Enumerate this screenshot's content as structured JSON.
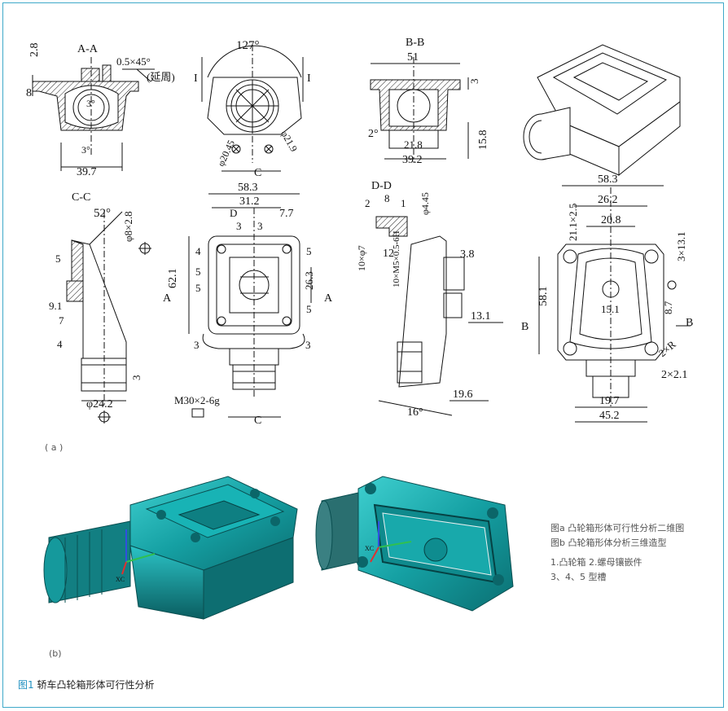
{
  "panel_labels": {
    "a": "( a )",
    "b": "(b)"
  },
  "caption": {
    "figure_no": "图1",
    "title": "轿车凸轮箱形体可行性分析"
  },
  "legend": [
    "图a 凸轮箱形体可行性分析二维图",
    "图b 凸轮箱形体分析三维造型",
    "1.凸轮箱  2.螺母镶嵌件",
    "3、4、5 型槽"
  ],
  "views": {
    "aa": {
      "title": "A-A",
      "dims": [
        "2.8",
        "0.5×45°",
        "(延周)",
        "3°",
        "3°",
        "39.7",
        "8"
      ]
    },
    "top": {
      "dims": [
        "127°",
        "I",
        "I",
        "φ20.45",
        "φ21.9",
        "C"
      ]
    },
    "bb": {
      "title": "B-B",
      "dims": [
        "51",
        "3",
        "2°",
        "21.8",
        "39.2",
        "15.8"
      ]
    },
    "cc": {
      "title": "C-C",
      "dims": [
        "52°",
        "φ8×2.8",
        "5",
        "9.1",
        "7",
        "4",
        "3",
        "φ24.2"
      ]
    },
    "front": {
      "dims": [
        "58.3",
        "31.2",
        "D",
        "3",
        "3",
        "7.7",
        "4",
        "5",
        "5",
        "5",
        "5",
        "62.1",
        "26.3",
        "A",
        "A",
        "3",
        "3",
        "M30×2-6g",
        "C"
      ]
    },
    "dd": {
      "title": "D-D",
      "dims": [
        "2",
        "8",
        "1",
        "φ4.45",
        "12",
        "10×φ7",
        "10×M5×0.5-6H",
        "3.8",
        "13.1",
        "19.6",
        "16°"
      ]
    },
    "back": {
      "dims": [
        "58.3",
        "26.2",
        "20.8",
        "21.1×2.5",
        "3×13.1",
        "58.1",
        "15.1",
        "8.7",
        "B",
        "B",
        "2×R",
        "2×2.1",
        "19.7",
        "45.2"
      ]
    }
  },
  "models": {
    "left_axis": "XC",
    "right_axis": "XC"
  },
  "colors": {
    "frame": "#3fa9c9",
    "model": "#1aa3a6",
    "caption_accent": "#1e8fc0"
  }
}
